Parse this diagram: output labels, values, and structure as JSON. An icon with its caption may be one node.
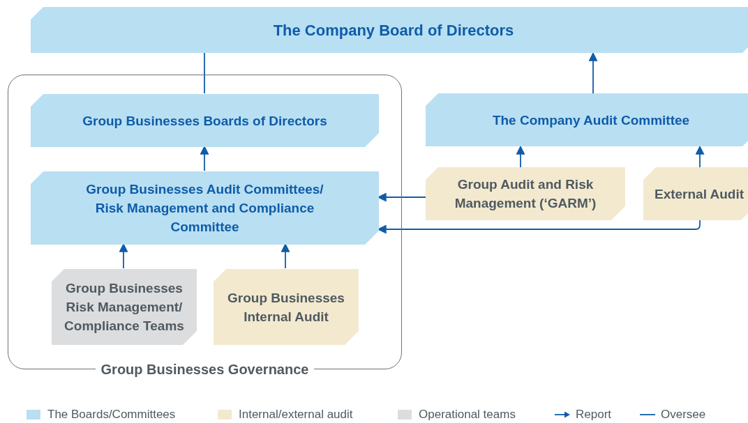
{
  "diagram": {
    "nodes": [
      {
        "text": [
          "The Company Board of Directors"
        ]
      },
      {
        "text": [
          "Group Businesses Governance"
        ]
      },
      {
        "text": [
          "Group Businesses Boards of Directors"
        ],
        "in": 1
      },
      {
        "text": [
          "Group Businesses Audit Committees/ Risk Management and Compliance Committee"
        ],
        "in": 1
      },
      {
        "text": [
          "Group Businesses Risk Management/ Compliance Teams"
        ],
        "in": 1
      },
      {
        "text": [
          "Group Businesses Internal Audit"
        ],
        "in": 1
      },
      {
        "text": [
          "The Company Audit Committee"
        ]
      },
      {
        "text": [
          "Group Audit and Risk Management (‘GARM’)"
        ]
      },
      {
        "text": [
          "External Audit"
        ]
      }
    ],
    "edges": [
      {
        "from": 2,
        "to": 0,
        "arrow": "none"
      },
      {
        "from": 6,
        "to": 0,
        "arrow": "to"
      },
      {
        "from": 3,
        "to": 2,
        "arrow": "to"
      },
      {
        "from": 4,
        "to": 3,
        "arrow": "to"
      },
      {
        "from": 5,
        "to": 3,
        "arrow": "to"
      },
      {
        "from": 7,
        "to": 6,
        "arrow": "to"
      },
      {
        "from": 8,
        "to": 6,
        "arrow": "to"
      },
      {
        "from": 7,
        "to": 3,
        "arrow": "to"
      },
      {
        "from": 8,
        "to": 3,
        "arrow": "to"
      }
    ],
    "legend": [
      {
        "text": "The Boards/Committees",
        "color": "#b9dff3"
      },
      {
        "text": "Internal/external audit",
        "color": "#f3e9cf"
      },
      {
        "text": "Operational teams",
        "color": "#dcdddf"
      },
      {
        "text": "Report"
      },
      {
        "text": "Oversee"
      }
    ]
  }
}
